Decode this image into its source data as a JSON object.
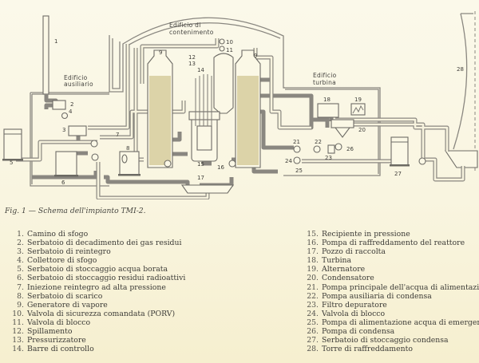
{
  "diagram": {
    "buildings": {
      "containment": [
        "Edificio di",
        "contenimento"
      ],
      "auxiliary": [
        "Edificio",
        "ausiliario"
      ],
      "turbine": [
        "Edificio",
        "turbina"
      ]
    },
    "labels": [
      "1",
      "2",
      "3",
      "4",
      "5",
      "6",
      "7",
      "8",
      "9",
      "9",
      "10",
      "11",
      "12",
      "13",
      "14",
      "15",
      "16",
      "17",
      "18",
      "19",
      "20",
      "21",
      "22",
      "23",
      "24",
      "25",
      "26",
      "27",
      "28"
    ],
    "colors": {
      "background": "#f9f5e0",
      "line": "#8a8780",
      "steam_generator_fill": "#dcd3a8"
    }
  },
  "caption": "Fig. 1 — Schema dell'impianto TMI-2.",
  "legend": [
    {
      "num": "1.",
      "text": "Camino di sfogo"
    },
    {
      "num": "2.",
      "text": "Serbatoio di decadimento dei gas residui"
    },
    {
      "num": "3.",
      "text": "Serbatoio di reintegro"
    },
    {
      "num": "4.",
      "text": "Collettore di sfogo"
    },
    {
      "num": "5.",
      "text": "Serbatoio di stoccaggio acqua borata"
    },
    {
      "num": "6.",
      "text": "Serbatoio di stoccaggio residui radioattivi"
    },
    {
      "num": "7.",
      "text": "Iniezione reintegro ad alta pressione"
    },
    {
      "num": "8.",
      "text": "Serbatoio di scarico"
    },
    {
      "num": "9.",
      "text": "Generatore di vapore"
    },
    {
      "num": "10.",
      "text": "Valvola di sicurezza comandata (PORV)"
    },
    {
      "num": "11.",
      "text": "Valvola di blocco"
    },
    {
      "num": "12.",
      "text": "Spillamento"
    },
    {
      "num": "13.",
      "text": "Pressurizzatore"
    },
    {
      "num": "14.",
      "text": "Barre di controllo"
    },
    {
      "num": "15.",
      "text": "Recipiente in pressione"
    },
    {
      "num": "16.",
      "text": "Pompa di raffreddamento del reattore"
    },
    {
      "num": "17.",
      "text": "Pozzo di raccolta"
    },
    {
      "num": "18.",
      "text": "Turbina"
    },
    {
      "num": "19.",
      "text": "Alternatore"
    },
    {
      "num": "20.",
      "text": "Condensatore"
    },
    {
      "num": "21.",
      "text": "Pompa principale dell'acqua di alimentazione"
    },
    {
      "num": "22.",
      "text": "Pompa ausiliaria di condensa"
    },
    {
      "num": "23.",
      "text": "Filtro depuratore"
    },
    {
      "num": "24.",
      "text": "Valvola di blocco"
    },
    {
      "num": "25.",
      "text": "Pompa di alimentazione acqua di emergenza"
    },
    {
      "num": "26.",
      "text": "Pompa di condensa"
    },
    {
      "num": "27.",
      "text": "Serbatoio di stoccaggio condensa"
    },
    {
      "num": "28.",
      "text": "Torre di raffreddamento"
    }
  ]
}
